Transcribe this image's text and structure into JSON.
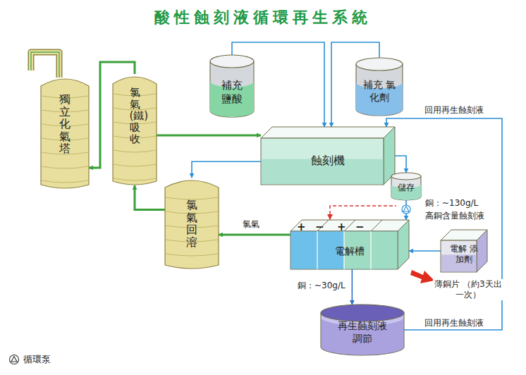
{
  "diagram": {
    "title": "酸性蝕刻液循環再生系統",
    "nodes": [
      {
        "text": [
          "獨立化氣塔"
        ]
      },
      {
        "text": [
          "氯氣(鐵)吸收"
        ]
      },
      {
        "text": [
          "補充 鹽酸"
        ]
      },
      {
        "text": [
          "補充 氯化劑"
        ]
      },
      {
        "text": [
          "蝕刻機"
        ]
      },
      {
        "text": [
          "儲存"
        ]
      },
      {
        "text": [
          "氯氣回溶"
        ]
      },
      {
        "text": [
          "電解槽"
        ]
      },
      {
        "text": [
          "電解 添加劑"
        ]
      },
      {
        "text": [
          "再生蝕刻液 調節"
        ]
      }
    ],
    "edges": [
      {
        "from": 2,
        "to": 4,
        "arrow": "to"
      },
      {
        "from": 3,
        "to": 4,
        "arrow": "to"
      },
      {
        "from": 1,
        "to": 4,
        "arrow": "to"
      },
      {
        "from": 4,
        "to": 6,
        "arrow": "to"
      },
      {
        "from": 4,
        "to": 5,
        "arrow": "to"
      },
      {
        "from": 5,
        "to": 7,
        "label": "銅：~130g/L",
        "arrow": "to"
      },
      {
        "from": 8,
        "to": 7,
        "arrow": "to"
      },
      {
        "from": 7,
        "to": 9,
        "label": "銅：~30g/L",
        "arrow": "to"
      },
      {
        "from": 9,
        "to": 4,
        "label": "回用再生蝕刻液",
        "arrow": "to"
      },
      {
        "from": 7,
        "to": 6,
        "label": "氯氣",
        "arrow": "to"
      },
      {
        "from": 6,
        "to": 1,
        "arrow": "to"
      },
      {
        "from": 1,
        "to": 0,
        "arrow": "to"
      }
    ],
    "labels": [
      "+",
      "−",
      "+",
      "−",
      "高銅含量蝕刻液",
      "薄銅片 （約3天出一次）",
      "回用再生蝕刻液"
    ],
    "legend": [
      {
        "text": "循環泵"
      }
    ]
  }
}
